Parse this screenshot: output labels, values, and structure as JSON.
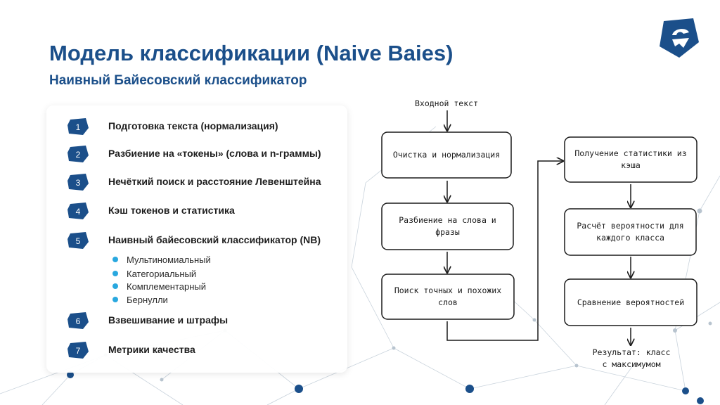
{
  "title": "Модель классификации (Naive Baies)",
  "subtitle": "Наивный Байесовский классификатор",
  "steps": [
    {
      "num": "1",
      "label": "Подготовка текста (нормализация)"
    },
    {
      "num": "2",
      "label": "Разбиение на «токены» (слова и n-граммы)"
    },
    {
      "num": "3",
      "label": "Нечёткий поиск и расстояние Левенштейна"
    },
    {
      "num": "4",
      "label": "Кэш токенов и статистика"
    },
    {
      "num": "5",
      "label": "Наивный байесовский классификатор (NB)"
    },
    {
      "num": "6",
      "label": "Взвешивание и штрафы"
    },
    {
      "num": "7",
      "label": "Метрики качества"
    }
  ],
  "nb_types": [
    "Мультиномиальный",
    "Категориальный",
    "Комплементарный",
    "Бернулли"
  ],
  "flow": {
    "input": "Входной текст",
    "nodes": [
      "Очистка и нормализация",
      "Разбиение на слова и фразы",
      "Поиск точных и похожих слов",
      "Получение статистики из кэша",
      "Расчёт вероятности для каждого класса",
      "Сравнение вероятностей"
    ],
    "result": "Результат: класс с максимумом"
  },
  "colors": {
    "title": "#1b4f8a",
    "badge": "#1b4f8a",
    "bullet": "#29a8df"
  },
  "icons": {
    "logo": "brand-logo-icon",
    "badge": "hexagon-badge-icon",
    "bullet": "circle-bullet-icon"
  }
}
